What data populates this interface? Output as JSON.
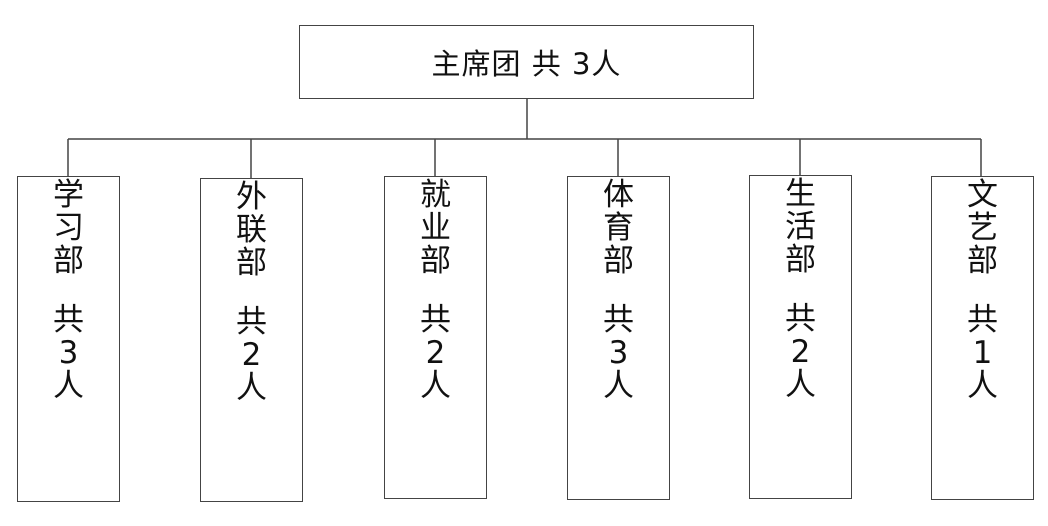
{
  "org_chart": {
    "root": {
      "label": "主席团 共 3人"
    },
    "departments": [
      {
        "name": "学习部",
        "count": "共3人"
      },
      {
        "name": "外联部",
        "count": "共2人"
      },
      {
        "name": "就业部",
        "count": "共2人"
      },
      {
        "name": "体育部",
        "count": "共3人"
      },
      {
        "name": "生活部",
        "count": "共2人"
      },
      {
        "name": "文艺部",
        "count": "共1人"
      }
    ],
    "colors": {
      "line": "#444444",
      "text": "#111111",
      "background": "#ffffff"
    }
  }
}
